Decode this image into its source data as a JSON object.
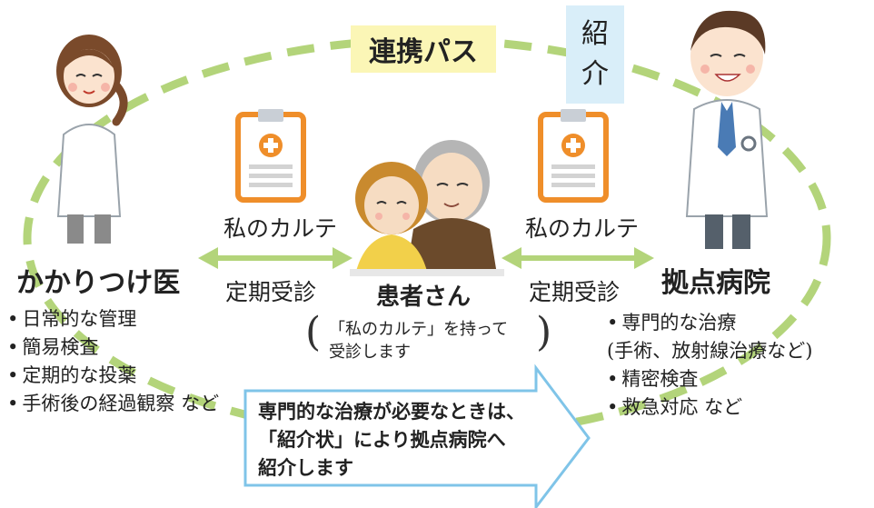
{
  "colors": {
    "dash_path": "#b3d47a",
    "arrow": "#b3d47a",
    "callout_border": "#7fc4e8",
    "clipboard_border": "#ef8e2a",
    "clipboard_cross": "#ef8e2a",
    "tag_yellow": "#fbf6b6",
    "tag_blue": "#d9eef9"
  },
  "top_tags": {
    "pathway": "連携パス",
    "referral_line1": "紹",
    "referral_line2": "介"
  },
  "left_role": {
    "title": "かかりつけ医",
    "icon": "female-doctor-icon",
    "items": [
      "日常的な管理",
      "簡易検査",
      "定期的な投薬",
      "手術後の経過観察 など"
    ]
  },
  "right_role": {
    "title": "拠点病院",
    "icon": "male-doctor-icon",
    "items": [
      {
        "text": "専門的な治療",
        "continuation": false
      },
      {
        "text": "(手術、放射線治療など)",
        "continuation": true
      },
      {
        "text": "精密検査",
        "continuation": false
      },
      {
        "text": "救急対応 など",
        "continuation": false
      }
    ]
  },
  "center": {
    "title": "患者さん",
    "icon": "patients-icon",
    "note_line1": "「私のカルテ」を持って",
    "note_line2": "受診します",
    "paren_open": "(",
    "paren_close": ")"
  },
  "flows": {
    "left_karte": "私のカルテ",
    "left_visit": "定期受診",
    "right_karte": "私のカルテ",
    "right_visit": "定期受診",
    "clipboard_icon": "medical-record-clipboard-icon"
  },
  "callout": {
    "line1": "専門的な治療が必要なときは、",
    "line2": "「紹介状」により拠点病院へ",
    "line3": "紹介します"
  }
}
